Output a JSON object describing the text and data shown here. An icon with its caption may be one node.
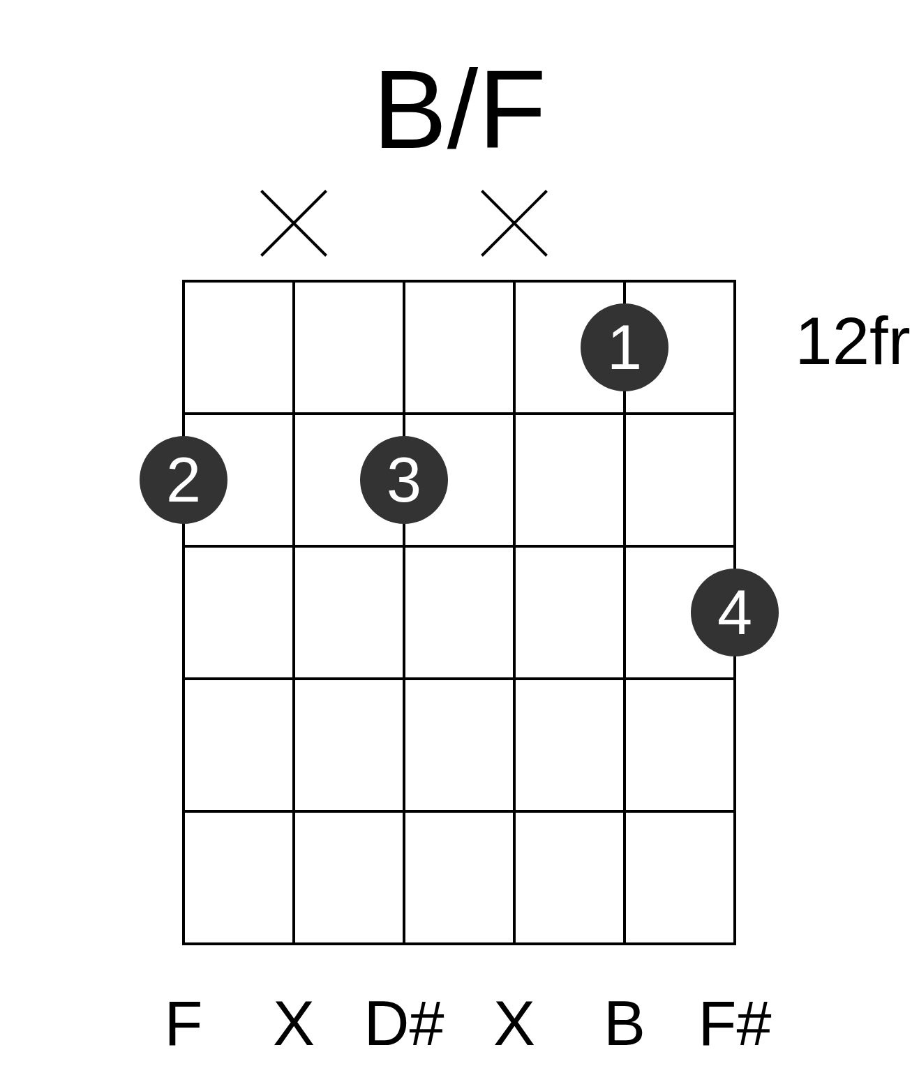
{
  "diagram": {
    "title": "B/F",
    "nodes": [
      {
        "text": [
          "1"
        ]
      },
      {
        "text": [
          "2"
        ]
      },
      {
        "text": [
          "3"
        ]
      },
      {
        "text": [
          "4"
        ]
      }
    ],
    "labels": [
      "12fr",
      "F",
      "X",
      "D#",
      "X",
      "B",
      "F#"
    ]
  }
}
